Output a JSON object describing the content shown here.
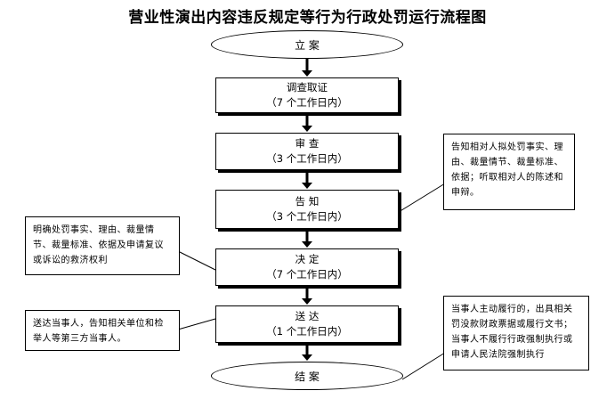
{
  "title": "营业性演出内容违反规定等行为行政处罚运行流程图",
  "start": "立  案",
  "end": "结  案",
  "steps": [
    {
      "name": "调查取证",
      "time": "（7 个工作日内）"
    },
    {
      "name": "审  查",
      "time": "（3 个工作日内）"
    },
    {
      "name": "告  知",
      "time": "（3 个工作日内）"
    },
    {
      "name": "决  定",
      "time": "（7 个工作日内）"
    },
    {
      "name": "送  达",
      "time": "（1 个工作日内）"
    }
  ],
  "notes": {
    "notify": "告知相对人拟处罚事实、理由、裁量情节、裁量标准、依据；听取相对人的陈述和申辩。",
    "decide": "明确处罚事实、理由、裁量情节、裁量标准、依据及申请复议或诉讼的救济权利",
    "deliver": "送达当事人，告知相关单位和检举人等第三方当事人。",
    "close": "当事人主动履行的，出具相关罚没款财政票据或履行文书；当事人不履行行政强制执行或申请人民法院强制执行"
  }
}
